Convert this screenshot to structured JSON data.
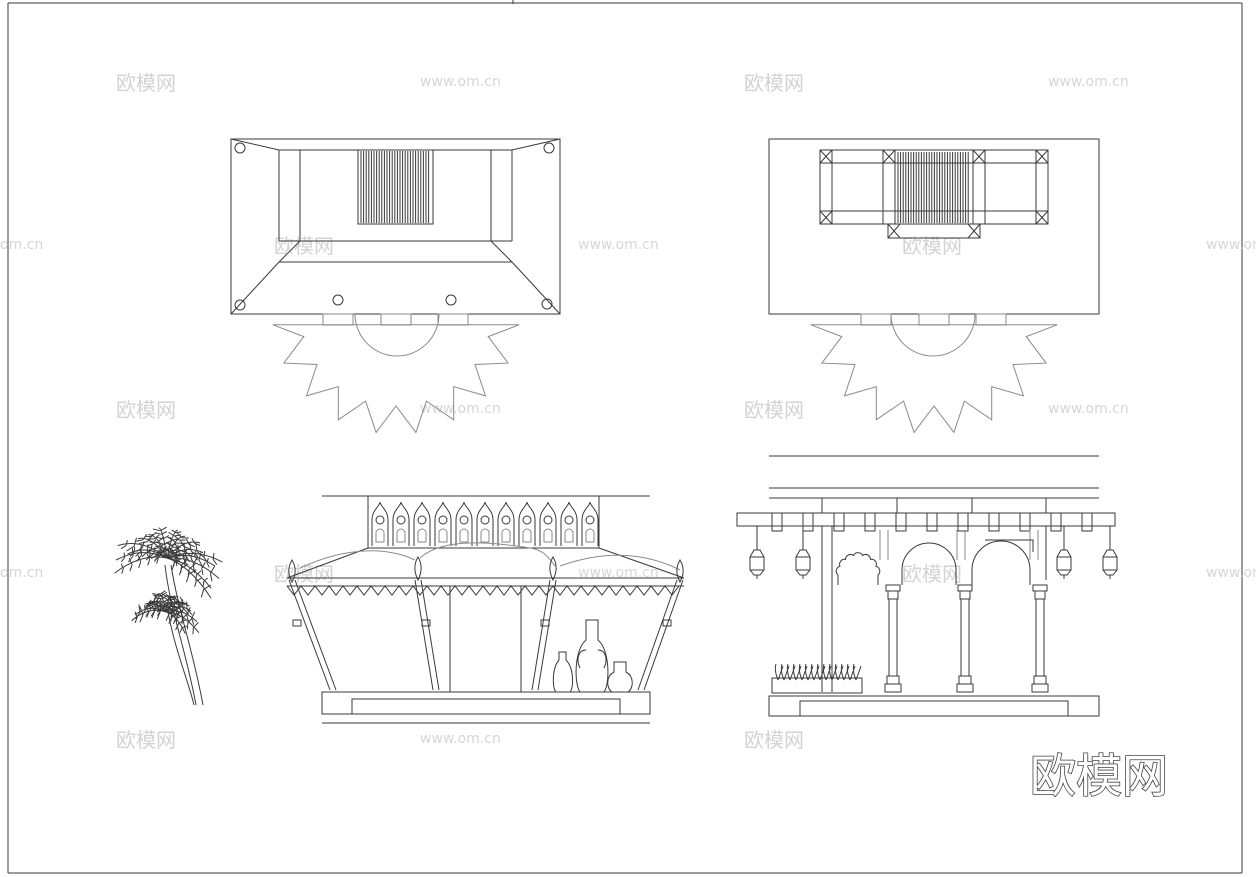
{
  "watermark": {
    "brand": "欧模网",
    "url": "www.om.cn",
    "url_partial": "om.cn"
  },
  "logo": {
    "text": "欧模网"
  }
}
